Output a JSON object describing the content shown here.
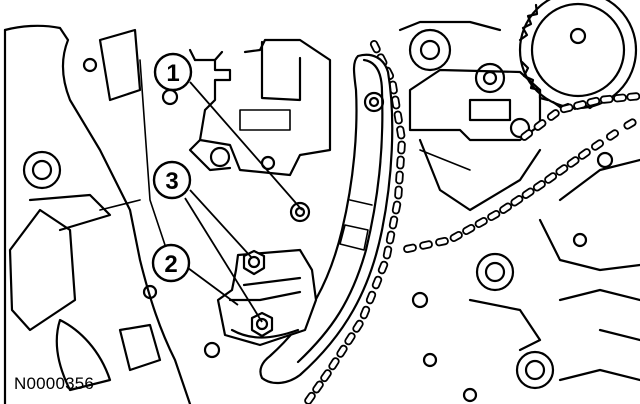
{
  "figure_id": "N0000356",
  "callouts": [
    {
      "label": "1",
      "target": "timing-chain-guide-pivot"
    },
    {
      "label": "3",
      "target": "tensioner-arm-bolts"
    },
    {
      "label": "2",
      "target": "timing-chain-tensioner"
    }
  ],
  "icons": {
    "bolt": "hex-bolt-icon",
    "hole": "circle-hole-icon"
  },
  "colors": {
    "line": "#000000",
    "background": "#ffffff"
  }
}
